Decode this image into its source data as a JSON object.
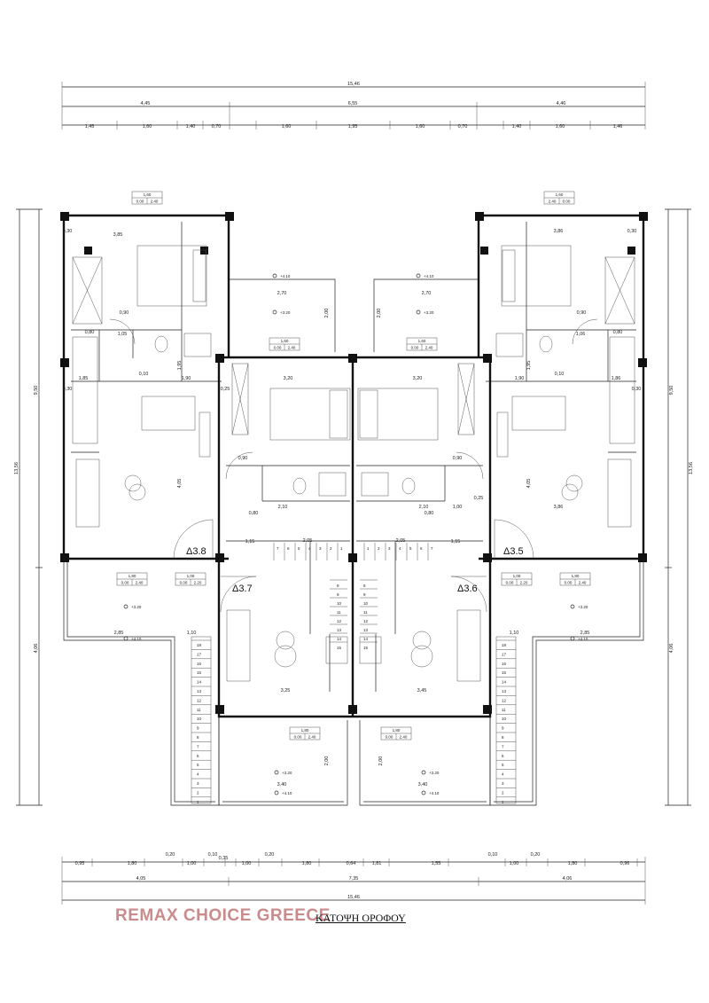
{
  "title": "ΚΑΤΟΨΗ ΟΡΟΦΟΥ",
  "watermark": "REMAX CHOICE GREECE",
  "top_dims": {
    "total": "15,46",
    "row2": [
      "4,45",
      "6,55",
      "4,46"
    ],
    "row3": [
      "1,45",
      "1,60",
      "1,40",
      "0,70",
      "1,60",
      "1,95",
      "1,60",
      "0,70",
      "1,40",
      "1,60",
      "1,46"
    ]
  },
  "bottom_dims": {
    "row1": [
      "0,95",
      "1,80",
      "0,20",
      "1,00",
      "0,10",
      "0,35",
      "1,00",
      "0,20",
      "1,80",
      "0,64",
      "1,81",
      "1,55",
      "0,10",
      "1,00",
      "0,20",
      "1,80",
      "0,96"
    ],
    "row2": [
      "4,05",
      "7,35",
      "4,06"
    ],
    "total": "15,46"
  },
  "side_dims": {
    "left_outer": "13,56",
    "left_upper": "9,50",
    "left_lower": "4,06",
    "right_outer": "13,56",
    "right_upper": "9,50",
    "right_lower": "4,06"
  },
  "rooms": [
    "Δ3.8",
    "Δ3.7",
    "Δ3.6",
    "Δ3.5"
  ],
  "windows": {
    "w160_left": [
      "1,60",
      "0.00",
      "2.40"
    ],
    "w160_right": [
      "1,60",
      "2.40",
      "0.00"
    ],
    "w160_mid_l": [
      "1,60",
      "0.00",
      "2.40"
    ],
    "w160_mid_r": [
      "1,60",
      "0.00",
      "2.40"
    ],
    "w180_l": [
      "1,80",
      "0.00",
      "2.40"
    ],
    "w100_l": [
      "1,00",
      "0.00",
      "2.20"
    ],
    "w100_r": [
      "1,00",
      "0.00",
      "2.20"
    ],
    "w180_r": [
      "1,80",
      "0.00",
      "2.40"
    ],
    "w180_bl": [
      "1,80",
      "0.00",
      "2.40"
    ],
    "w180_br": [
      "1,80",
      "0.00",
      "2.40"
    ]
  },
  "interior_dims": {
    "a385": "3,85",
    "a386": "3,86",
    "a270l": "2,70",
    "a270r": "2,70",
    "a320l": "3,20",
    "a320r": "3,20",
    "a190l": "1,90",
    "a190r": "1,90",
    "a185": "1,85",
    "a186": "1,86",
    "a105": "1,05",
    "a106": "1,06",
    "a405l": "4,05",
    "a405r": "4,05",
    "a210l": "2,10",
    "a210r": "2,10",
    "a115l": "1,15",
    "a115r": "1,15",
    "a285": "2,85",
    "a285r": "2,85",
    "a110l": "1,10",
    "a110r": "1,10",
    "a325": "3,25",
    "a345": "3,45",
    "a340l": "3,40",
    "a340r": "3,40",
    "a200a": "2,00",
    "a200b": "2,00",
    "a200c": "2,00",
    "a200d": "2,00",
    "a100": "1,00",
    "a386b": "3,86",
    "a030a": "0,30",
    "a030b": "0,30",
    "a030c": "0,30",
    "a030d": "0,30",
    "a080a": "0,80",
    "a080b": "0,80",
    "a080c": "0,80",
    "a080d": "0,80",
    "a090a": "0,90",
    "a090b": "0,90",
    "a090c": "0,90",
    "a090d": "0,90",
    "a025a": "0,25",
    "a025b": "0,25",
    "a010a": "0,10",
    "a010b": "0,10",
    "a195a": "1,95",
    "a195b": "1,95",
    "a205a": "2,05",
    "a205b": "2,05"
  },
  "levels": {
    "l410a": "+4.10",
    "l410b": "+4.10",
    "l410c": "+4.10",
    "l410d": "+4.10",
    "l410e": "+4.10",
    "l410f": "+4.10",
    "l320a": "+3.20",
    "l320b": "+3.20",
    "l320c": "+3.20",
    "l320d": "+3.20",
    "l320e": "+3.20",
    "l320f": "+3.20"
  },
  "stair_steps_left": [
    "18",
    "17",
    "16",
    "15",
    "14",
    "13",
    "12",
    "11",
    "10",
    "9",
    "8",
    "7",
    "6",
    "5",
    "4",
    "3",
    "2",
    "1"
  ],
  "stair_steps_right": [
    "18",
    "17",
    "16",
    "15",
    "14",
    "13",
    "12",
    "11",
    "10",
    "9",
    "8",
    "7",
    "6",
    "5",
    "4",
    "3",
    "2",
    "1"
  ],
  "stair_center_l": [
    "8",
    "9",
    "10",
    "11",
    "12",
    "13",
    "14",
    "15"
  ],
  "stair_center_r": [
    "8",
    "9",
    "10",
    "11",
    "12",
    "13",
    "14",
    "15"
  ],
  "stair_center_top_l": [
    "7",
    "6",
    "5",
    "4",
    "3",
    "2",
    "1"
  ],
  "stair_center_top_r": [
    "1",
    "2",
    "3",
    "4",
    "5",
    "6",
    "7"
  ]
}
